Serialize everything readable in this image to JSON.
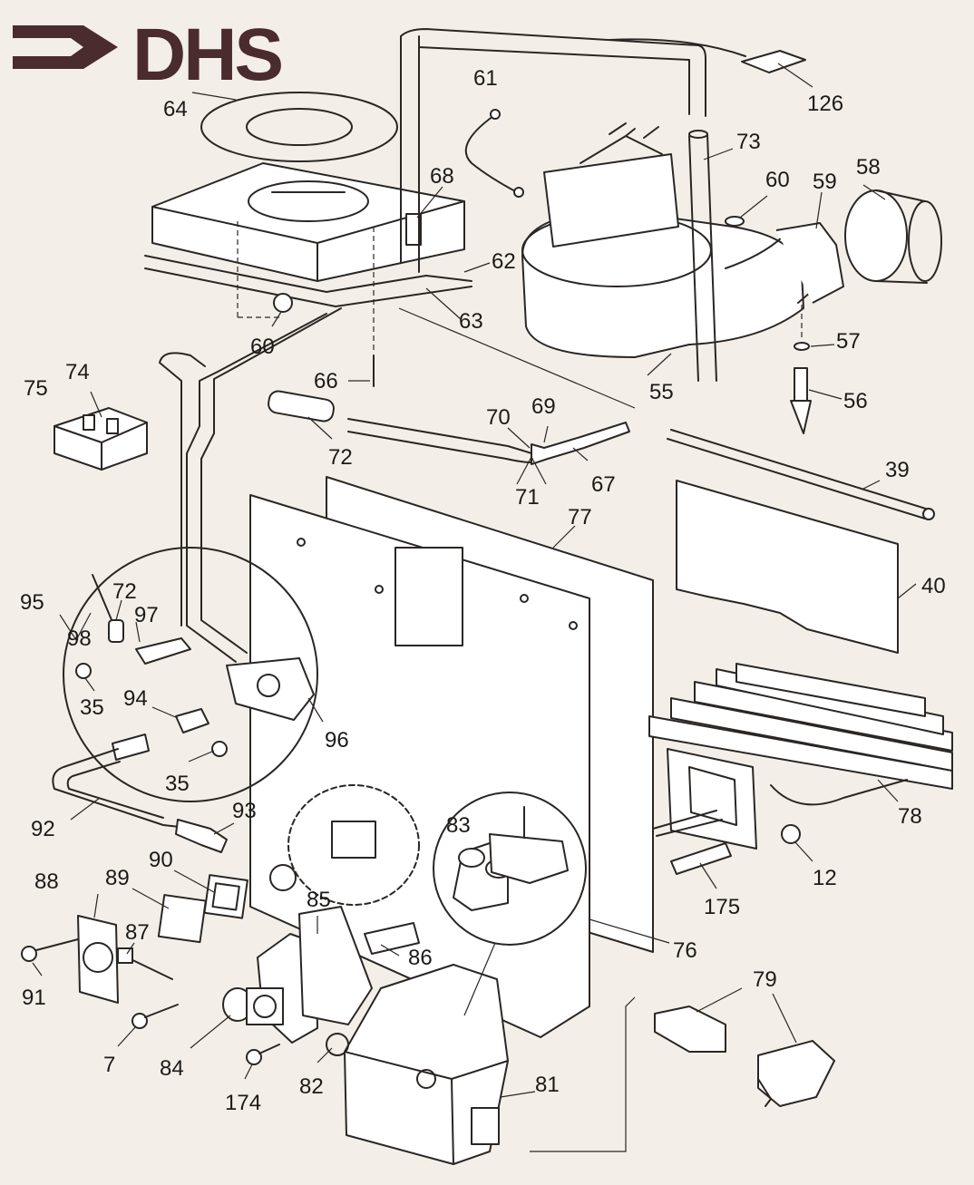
{
  "logo": {
    "text": "DHS",
    "color": "#4a2b2e"
  },
  "colors": {
    "ink": "#2a2624",
    "paper": "#f3efe8"
  },
  "callouts": [
    "61",
    "64",
    "68",
    "73",
    "126",
    "58",
    "59",
    "60",
    "62",
    "63",
    "55",
    "57",
    "56",
    "66",
    "60",
    "75",
    "74",
    "72",
    "70",
    "69",
    "67",
    "71",
    "39",
    "77",
    "40",
    "95",
    "72",
    "97",
    "98",
    "35",
    "94",
    "96",
    "35",
    "93",
    "92",
    "83",
    "78",
    "12",
    "175",
    "76",
    "88",
    "89",
    "90",
    "85",
    "86",
    "87",
    "91",
    "79",
    "7",
    "84",
    "82",
    "81",
    "174"
  ]
}
